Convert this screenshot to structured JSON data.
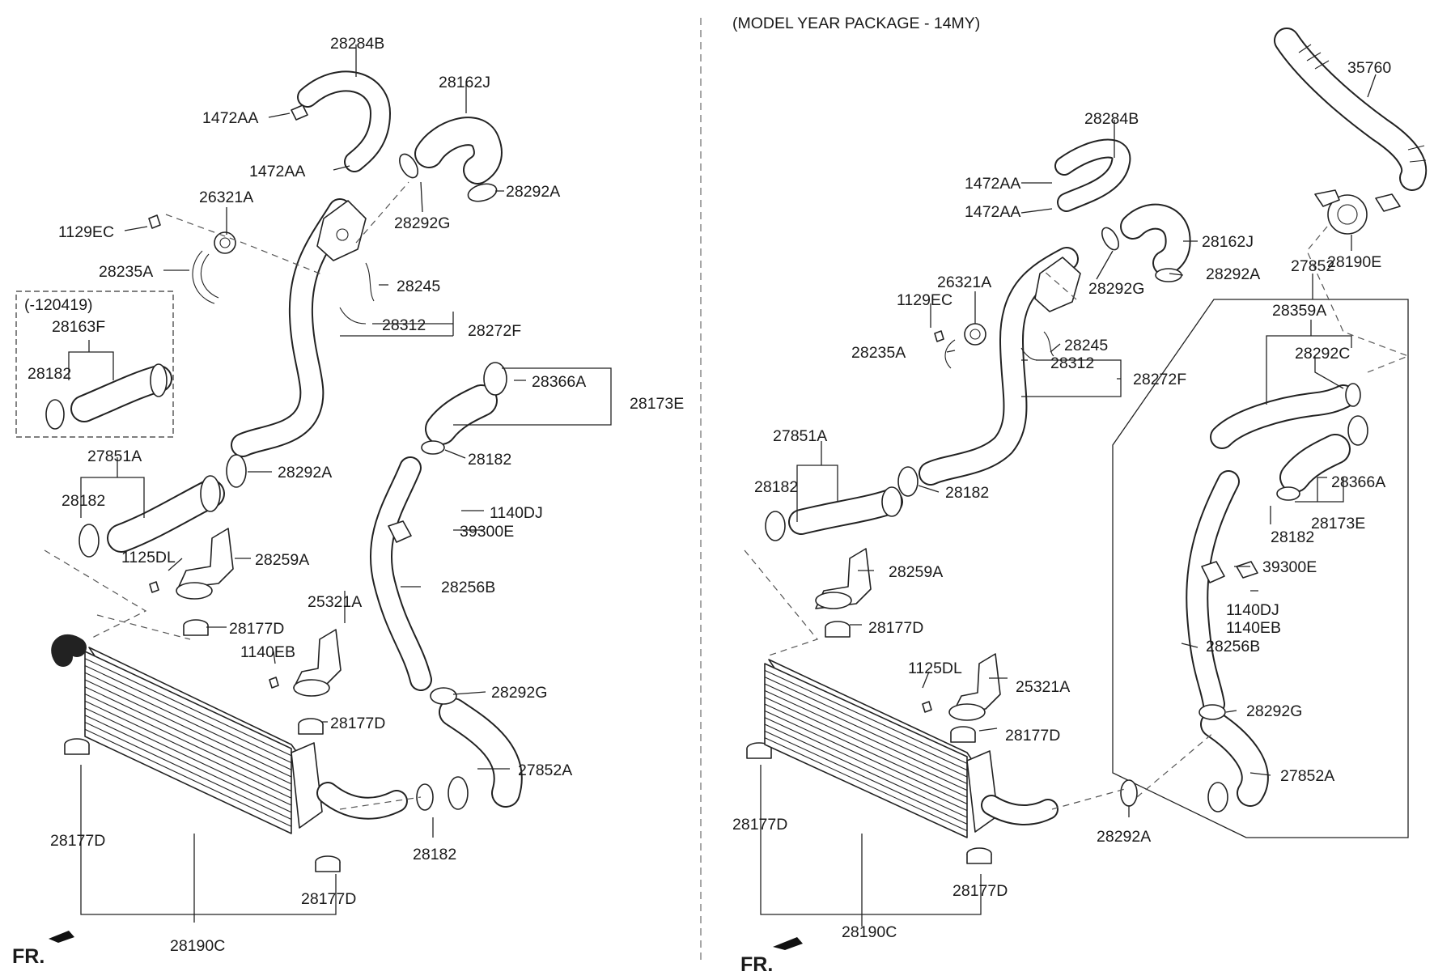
{
  "header": {
    "left_panel": "",
    "right_panel": "(MODEL YEAR PACKAGE - 14MY)"
  },
  "front_marker": "FR.",
  "icons": [
    "front-direction-arrow-icon"
  ],
  "left": {
    "callouts": {
      "c28284B": "28284B",
      "c1472AA_a": "1472AA",
      "c1472AA_b": "1472AA",
      "c28162J": "28162J",
      "c28292A_top": "28292A",
      "c26321A": "26321A",
      "c28292G_top": "28292G",
      "c1129EC": "1129EC",
      "c28235A": "28235A",
      "c28245": "28245",
      "c28312": "28312",
      "c28272F": "28272F",
      "c120419": "(-120419)",
      "c28163F": "28163F",
      "c28182_box": "28182",
      "c28366A": "28366A",
      "c28173E": "28173E",
      "c28182_mid": "28182",
      "c1140DJ": "1140DJ",
      "c39300E": "39300E",
      "c27851A": "27851A",
      "c28292A_mid": "28292A",
      "c28182_left": "28182",
      "c1125DL": "1125DL",
      "c28259A": "28259A",
      "c28256B": "28256B",
      "c25321A": "25321A",
      "c28177D_a": "28177D",
      "c1140EB": "1140EB",
      "c28292G_bot": "28292G",
      "c28177D_b": "28177D",
      "c27852A": "27852A",
      "c28177D_c": "28177D",
      "c28182_bot": "28182",
      "c28177D_d": "28177D",
      "c28190C": "28190C"
    }
  },
  "right": {
    "callouts": {
      "c35760": "35760",
      "c28284B": "28284B",
      "c1472AA_a": "1472AA",
      "c1472AA_b": "1472AA",
      "c28162J": "28162J",
      "c28190E": "28190E",
      "c26321A": "26321A",
      "c28292A_top": "28292A",
      "c27852": "27852",
      "c1129EC": "1129EC",
      "c28292G_top": "28292G",
      "c28359A": "28359A",
      "c28245": "28245",
      "c28235A": "28235A",
      "c28312": "28312",
      "c28292C": "28292C",
      "c28272F": "28272F",
      "c27851A": "27851A",
      "c28182_a": "28182",
      "c28182_b": "28182",
      "c28366A": "28366A",
      "c28182_c": "28182",
      "c28173E": "28173E",
      "c28259A": "28259A",
      "c39300E": "39300E",
      "c1140DJ": "1140DJ",
      "c1140EB": "1140EB",
      "c28177D_a": "28177D",
      "c28256B": "28256B",
      "c1125DL": "1125DL",
      "c25321A": "25321A",
      "c28292G_bot": "28292G",
      "c28177D_b": "28177D",
      "c27852A": "27852A",
      "c28177D_c": "28177D",
      "c28292A_bot": "28292A",
      "c28177D_d": "28177D",
      "c28190C": "28190C"
    }
  }
}
